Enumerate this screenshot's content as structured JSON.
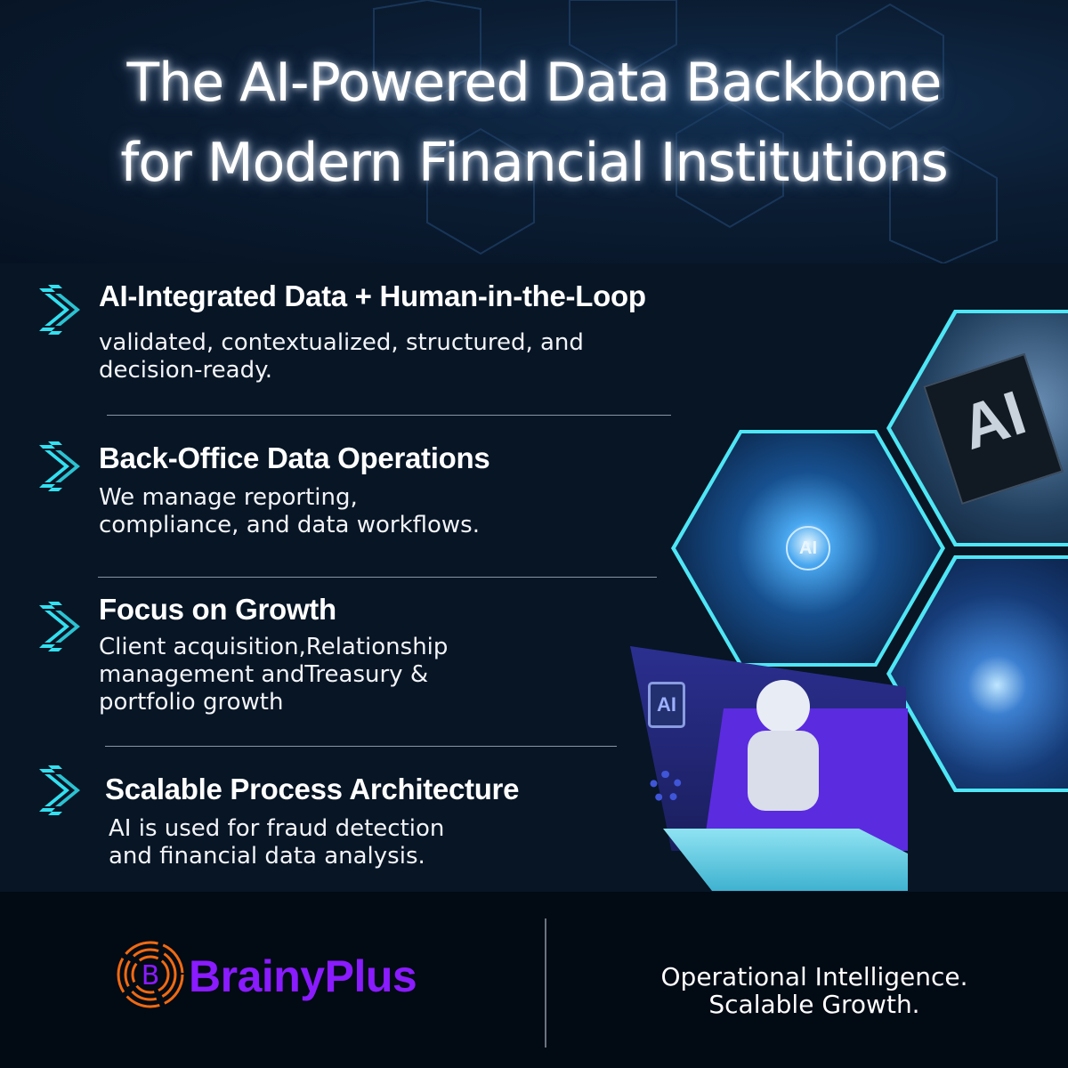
{
  "header": {
    "title_line1": "The AI-Powered Data Backbone",
    "title_line2": "for Modern Financial Institutions"
  },
  "features": [
    {
      "title": "AI-Integrated Data + Human-in-the-Loop",
      "body_line1": "validated, contextualized, structured, and",
      "body_line2": "decision-ready.",
      "icon": "double-chevron-right-icon"
    },
    {
      "title": "Back-Office Data Operations",
      "body_line1": "We manage reporting,",
      "body_line2": "compliance, and data workflows.",
      "icon": "double-chevron-right-icon"
    },
    {
      "title": "Focus on Growth",
      "body_line1": "Client acquisition,Relationship",
      "body_line2": "management andTreasury &",
      "body_line3": "portfolio growth",
      "icon": "double-chevron-right-icon"
    },
    {
      "title": "Scalable Process Architecture",
      "body_line1": "AI is used for fraud detection",
      "body_line2": "and financial data analysis.",
      "icon": "double-chevron-right-icon"
    }
  ],
  "imagery": {
    "chip_label": "AI",
    "badge_label": "AI",
    "laptop_badge": "AI"
  },
  "footer": {
    "brand": "BrainyPlus",
    "logo_letter": "B",
    "tagline_line1": "Operational Intelligence.",
    "tagline_line2": "Scalable Growth."
  },
  "colors": {
    "accent_cyan": "#33e0f0",
    "brand_purple": "#8a1bff",
    "logo_orange": "#f06a12",
    "background": "#071525"
  }
}
